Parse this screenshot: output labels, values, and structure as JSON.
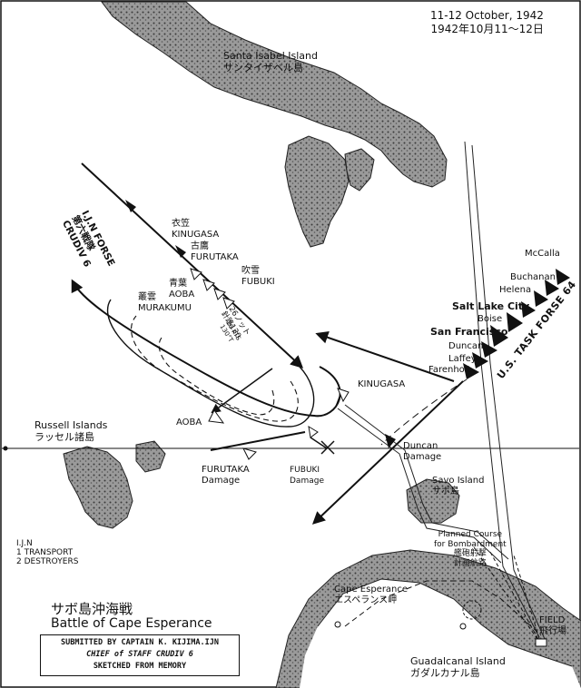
{
  "map": {
    "date_en": "11-12 October, 1942",
    "date_jp": "1942年10月11〜12日",
    "title_jp": "サボ島沖海戦",
    "title_en": "Battle of Cape Esperance",
    "credit": {
      "line1": "SUBMITTED BY CAPTAIN K. KIJIMA.IJN",
      "line2": "CHIEF of STAFF  CRUDIV 6",
      "line3": "SKETCHED FROM MEMORY"
    },
    "places": {
      "santa_isabel_en": "Santa Isabel Island",
      "santa_isabel_jp": "サンタイザベル島",
      "russell_en": "Russell Islands",
      "russell_jp": "ラッセル諸島",
      "savo_en": "Savo Island",
      "savo_jp": "サボ島",
      "cape_esperance_en": "Cape Esperance",
      "cape_esperance_jp": "エスペランス岬",
      "guadalcanal_en": "Guadalcanal Island",
      "guadalcanal_jp": "ガダルカナル島",
      "field_en": "FIELD",
      "field_jp": "飛行場"
    },
    "ijn_force": {
      "line1": "I.J.N FORSE",
      "line2": "第六戦隊",
      "line3": "CRUDIV 6",
      "ships": [
        {
          "jp": "衣笠",
          "en": "KINUGASA"
        },
        {
          "jp": "古鷹",
          "en": "FURUTAKA"
        },
        {
          "jp": "吹雪",
          "en": "FUBUKI"
        },
        {
          "jp": "青葉",
          "en": "AOBA"
        },
        {
          "jp": "叢雲",
          "en": "MURAKUMU"
        }
      ],
      "course_speed": "26ノット",
      "course_heading": "針路130",
      "course_small1": "26 KTS",
      "course_small2": "130°T"
    },
    "us_force": {
      "name": "U.S. TASK FORSE 64",
      "ships": [
        "McCalla",
        "Buchanan",
        "Helena",
        "Salt Lake City",
        "Boise",
        "San Francisco",
        "Duncan",
        "Laffey",
        "Farenholt"
      ]
    },
    "events": {
      "kinugasa": "KINUGASA",
      "aoba": "AOBA",
      "furutaka_damage_1": "FURUTAKA",
      "furutaka_damage_2": "Damage",
      "fubuki_damage_1": "FUBUKI",
      "fubuki_damage_2": "Damage",
      "duncan_damage_1": "Duncan",
      "duncan_damage_2": "Damage"
    },
    "planned_course": {
      "line1": "Planned Course",
      "line2": "for Bombardment",
      "line3": "艦砲射撃",
      "line4": "計画航路"
    },
    "ijn_transport": {
      "line1": "I.J.N",
      "line2": "1 TRANSPORT",
      "line3": "2 DESTROYERS"
    }
  }
}
